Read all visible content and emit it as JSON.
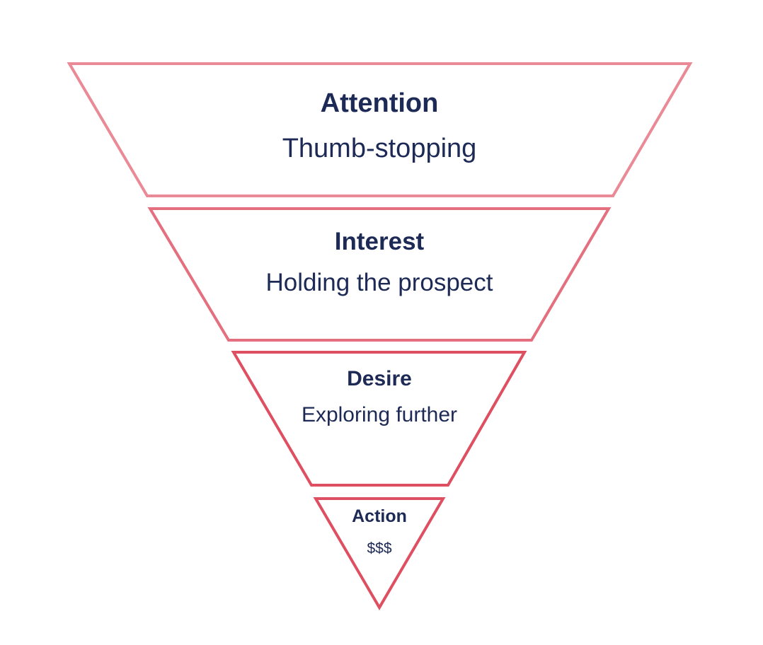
{
  "colors": {
    "text": "#1d2a55",
    "stroke_light": "#e98a96",
    "stroke_mid": "#e46f7f",
    "stroke_dark": "#df4f62",
    "background": "#ffffff"
  },
  "stages": [
    {
      "title": "Attention",
      "subtitle": "Thumb-stopping"
    },
    {
      "title": "Interest",
      "subtitle": "Holding the prospect"
    },
    {
      "title": "Desire",
      "subtitle": "Exploring further"
    },
    {
      "title": "Action",
      "subtitle": "$$$"
    }
  ]
}
